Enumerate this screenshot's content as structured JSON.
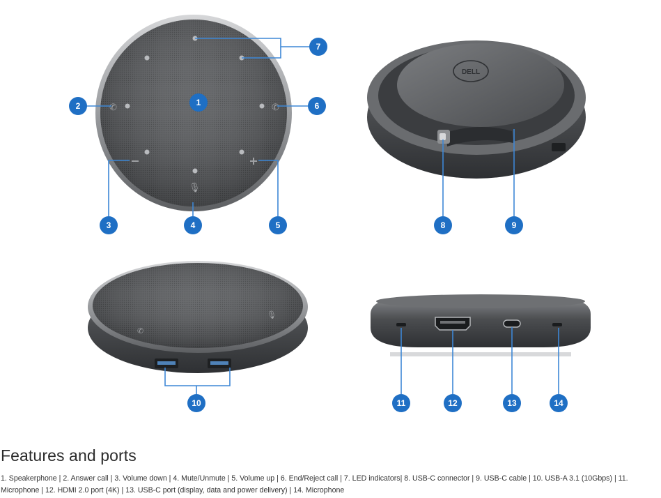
{
  "section": {
    "title": "Features and ports",
    "description": "1. Speakerphone | 2. Answer call | 3. Volume down | 4. Mute/Unmute | 5. Volume up | 6. End/Reject call | 7. LED indicators| 8. USB-C connector | 9. USB-C cable | 10. USB-A 3.1 (10Gbps) | 11. Microphone | 12. HDMI 2.0 port (4K) | 13. USB-C port (display, data and power delivery) | 14. Microphone"
  },
  "device": {
    "logo": "DELL"
  },
  "callouts": [
    "1",
    "2",
    "3",
    "4",
    "5",
    "6",
    "7",
    "8",
    "9",
    "10",
    "11",
    "12",
    "13",
    "14"
  ],
  "colors": {
    "callout": "#1f6fc4",
    "leader": "#3d87d6",
    "device_body": "#6f7174",
    "mesh": "#55575a"
  },
  "icons": [
    "answer-call-icon",
    "end-call-icon",
    "volume-down-icon",
    "volume-up-icon",
    "mute-icon",
    "hdmi-port-icon",
    "usb-c-port-icon",
    "usb-a-port-icon"
  ]
}
